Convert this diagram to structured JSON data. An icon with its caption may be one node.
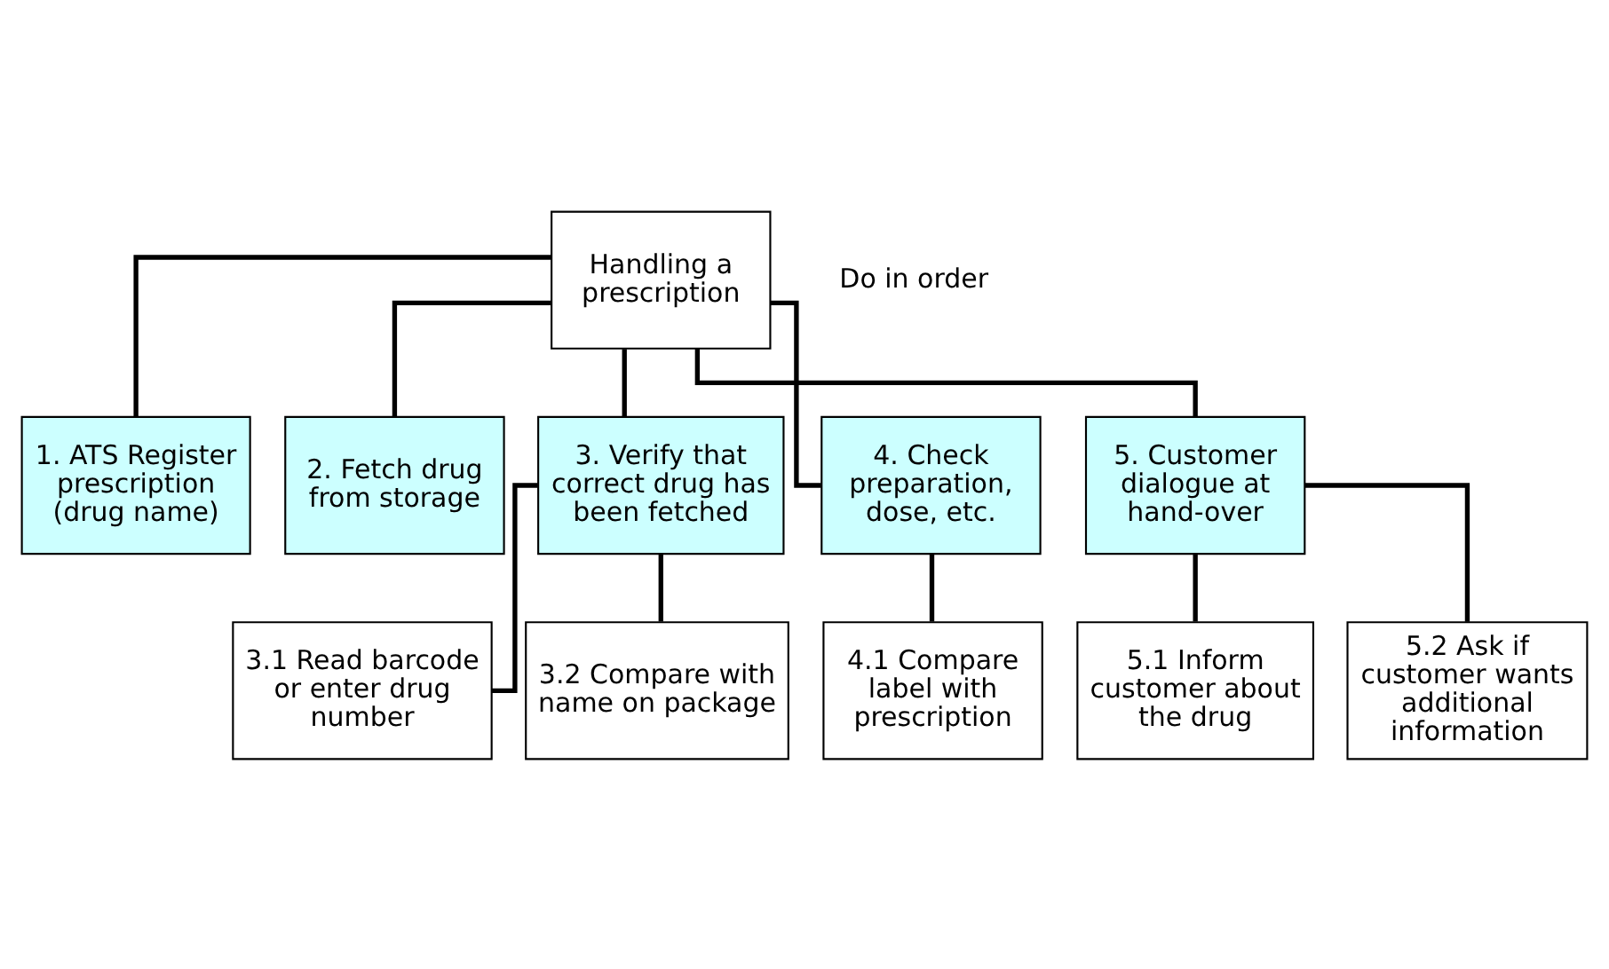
{
  "diagram": {
    "nodes": [
      {
        "text": [
          "Handling a prescription"
        ]
      },
      {
        "text": [
          "1. ATS Register prescription (drug name)"
        ]
      },
      {
        "text": [
          "2. Fetch drug from storage"
        ]
      },
      {
        "text": [
          "3. Verify that correct drug has been fetched"
        ]
      },
      {
        "text": [
          "4. Check preparation, dose, etc."
        ]
      },
      {
        "text": [
          "5. Customer dialogue at hand-over"
        ]
      },
      {
        "text": [
          "3.1 Read barcode or enter drug number"
        ]
      },
      {
        "text": [
          "3.2 Compare with name on package"
        ]
      },
      {
        "text": [
          "4.1 Compare label with prescription"
        ]
      },
      {
        "text": [
          "5.1 Inform customer about the drug"
        ]
      },
      {
        "text": [
          "5.2 Ask if customer wants additional information"
        ]
      }
    ],
    "edges": [
      {
        "from": 0,
        "to": 1,
        "arrow": "none"
      },
      {
        "from": 0,
        "to": 2,
        "arrow": "none"
      },
      {
        "from": 0,
        "to": 3,
        "arrow": "none"
      },
      {
        "from": 0,
        "to": 4,
        "arrow": "none"
      },
      {
        "from": 0,
        "to": 5,
        "arrow": "none"
      },
      {
        "from": 3,
        "to": 6,
        "arrow": "none"
      },
      {
        "from": 3,
        "to": 7,
        "arrow": "none"
      },
      {
        "from": 4,
        "to": 8,
        "arrow": "none"
      },
      {
        "from": 5,
        "to": 9,
        "arrow": "none"
      },
      {
        "from": 5,
        "to": 10,
        "arrow": "none"
      }
    ],
    "labels": [
      "Do in order"
    ]
  }
}
